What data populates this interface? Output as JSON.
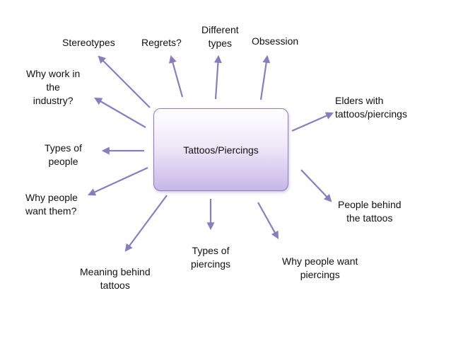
{
  "central_topic": "Tattoos/Piercings",
  "arrow_color": "#8b7cc0",
  "box_color": "#c8b6e8",
  "branches": [
    {
      "id": "stereotypes",
      "label": "Stereotypes"
    },
    {
      "id": "regrets",
      "label": "Regrets?"
    },
    {
      "id": "different-types",
      "label": "Different\ntypes"
    },
    {
      "id": "obsession",
      "label": "Obsession"
    },
    {
      "id": "why-work",
      "label": "Why work in\nthe\nindustry?"
    },
    {
      "id": "elders",
      "label": "Elders with\ntattoos/piercings"
    },
    {
      "id": "types-of-people",
      "label": "Types of\npeople"
    },
    {
      "id": "why-people-want",
      "label": "Why people\nwant them?"
    },
    {
      "id": "people-behind",
      "label": "People behind\nthe tattoos"
    },
    {
      "id": "meaning",
      "label": "Meaning behind\ntattoos"
    },
    {
      "id": "types-piercings",
      "label": "Types of\npiercings"
    },
    {
      "id": "why-piercings",
      "label": "Why people want\npiercings"
    }
  ]
}
